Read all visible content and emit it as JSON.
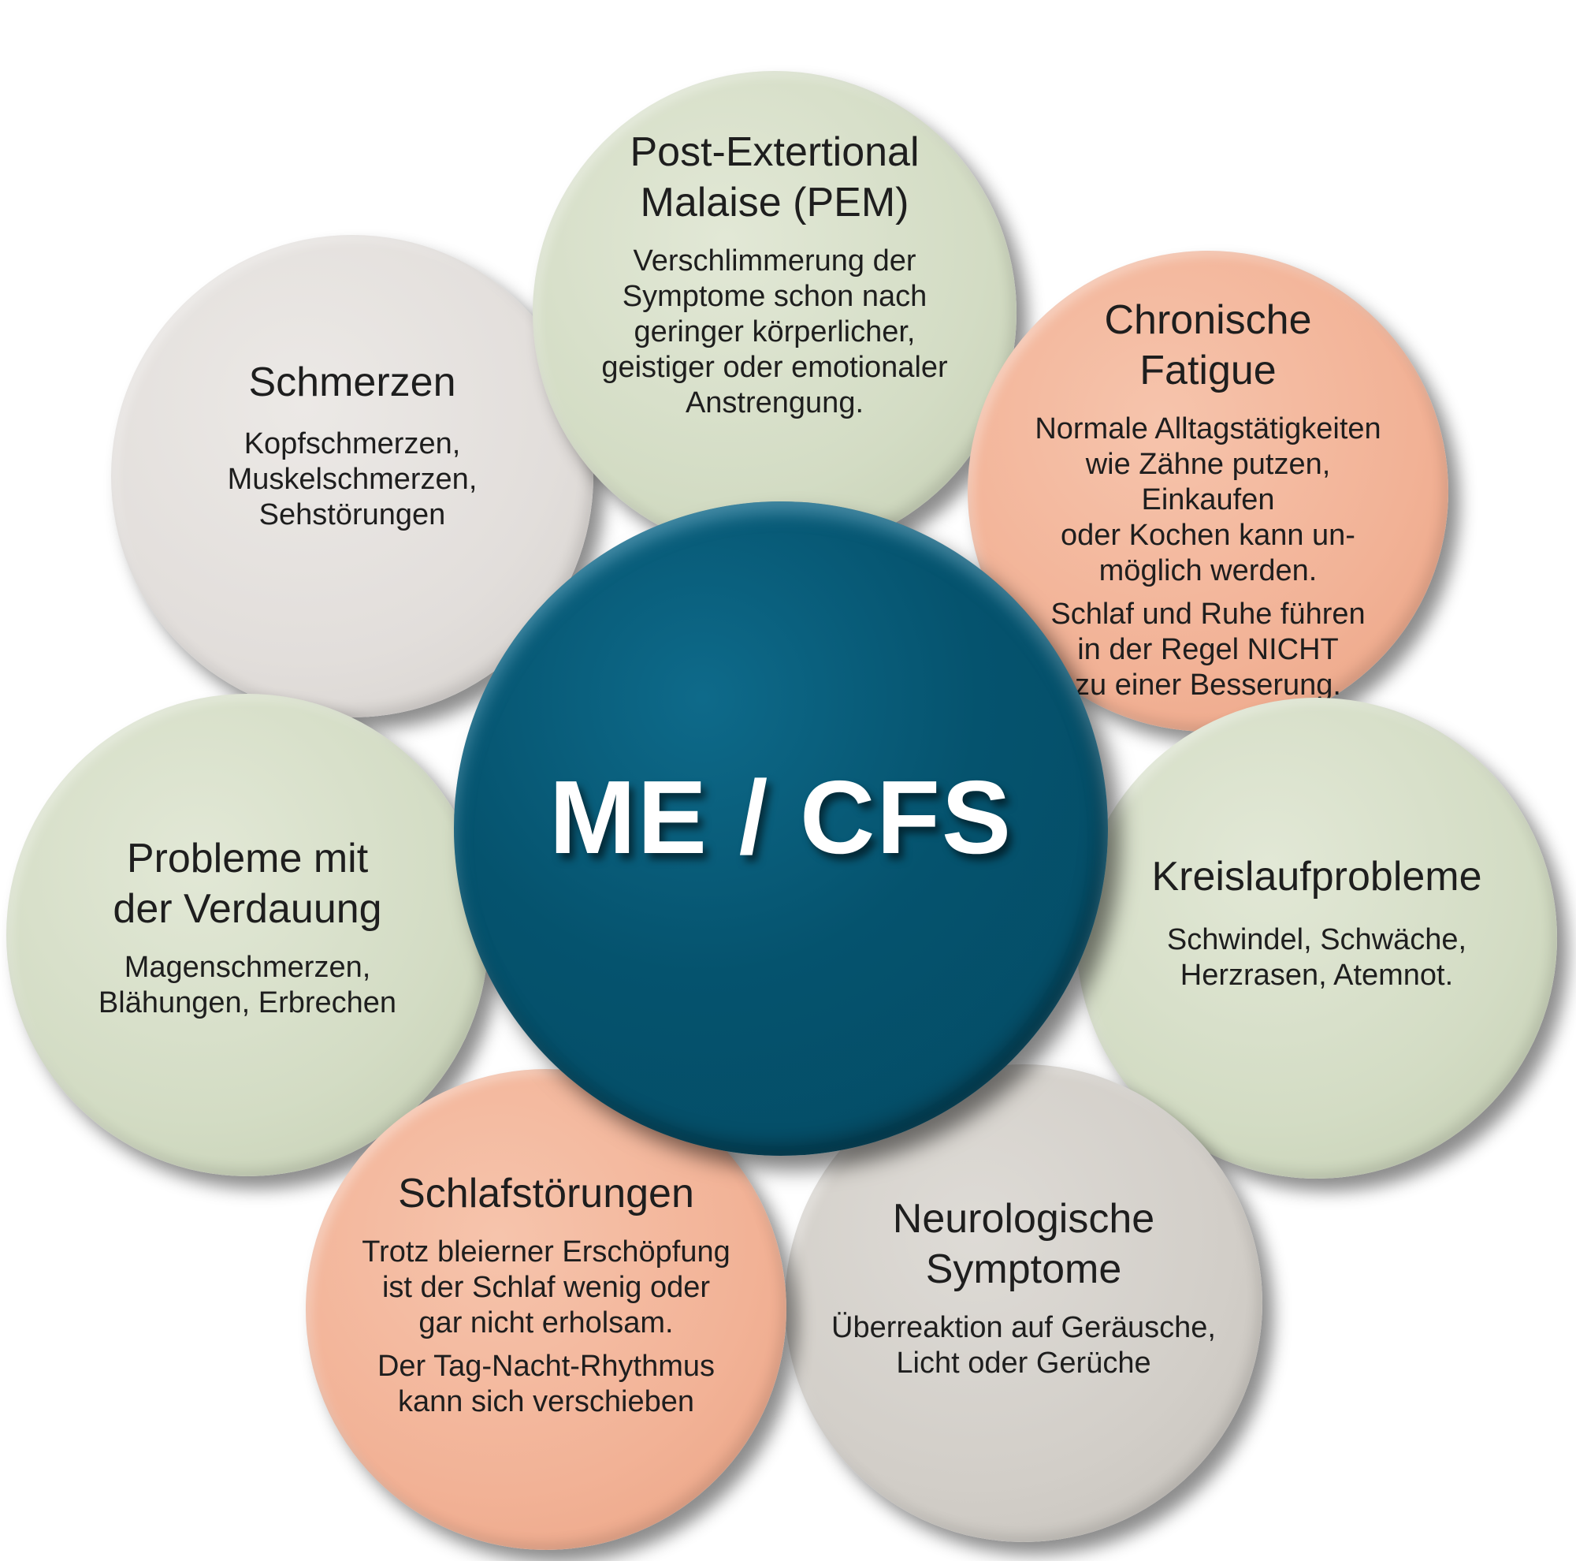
{
  "center": {
    "label": "ME / CFS",
    "color": "#05536e"
  },
  "nodes": {
    "pem": {
      "title": "Post-Extertional\nMalaise (PEM)",
      "text": "Verschlimmerung der\nSymptome schon nach\ngeringer körperlicher,\ngeistiger oder emotionaler\nAnstrengung.",
      "color": "#d3dcc4"
    },
    "fatigue": {
      "title": "Chronische\nFatigue",
      "text": "Normale Alltagstätigkeiten\nwie Zähne putzen, Einkaufen\noder Kochen kann un-\nmöglich werden.",
      "text2": "Schlaf und Ruhe führen\nin der Regel NICHT\nzu einer Besserung.",
      "color": "#f2b296"
    },
    "schmerzen": {
      "title": "Schmerzen",
      "text": "Kopfschmerzen,\nMuskelschmerzen,\nSehstörungen",
      "color": "#e2dedb"
    },
    "verdauung": {
      "title": "Probleme mit\nder Verdauung",
      "text": "Magenschmerzen,\nBlähungen, Erbrechen",
      "color": "#d3dcc4"
    },
    "kreislauf": {
      "title": "Kreislaufprobleme",
      "text": "Schwindel, Schwäche,\nHerzrasen, Atemnot.",
      "color": "#d3dcc4"
    },
    "schlaf": {
      "title": "Schlafstörungen",
      "text": "Trotz bleierner Erschöpfung\nist der Schlaf wenig oder\ngar nicht erholsam.",
      "text2": "Der Tag-Nacht-Rhythmus\nkann sich verschieben",
      "color": "#f2b296"
    },
    "neuro": {
      "title": "Neurologische\nSymptome",
      "text": "Überreaktion auf Geräusche,\nLicht oder Gerüche",
      "color": "#d2cec8"
    }
  }
}
